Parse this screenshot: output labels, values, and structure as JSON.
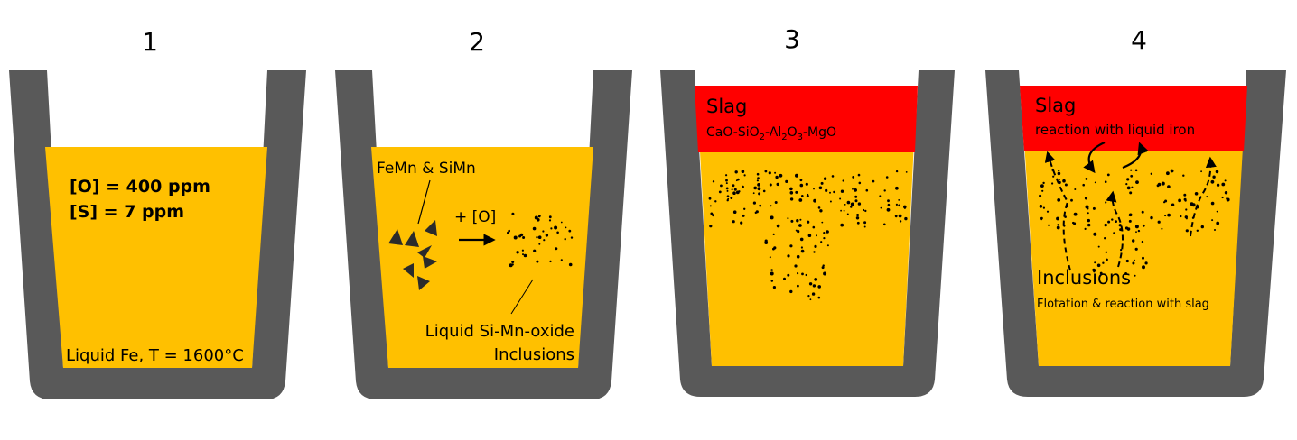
{
  "colors": {
    "ladle_wall": "#595959",
    "liquid_iron": "#ffc000",
    "slag": "#ff0000",
    "text": "#000000",
    "background": "#ffffff"
  },
  "panels": [
    {
      "number": "1",
      "oxygen_label": "[O] = 400 ppm",
      "sulfur_label": "[S] = 7 ppm",
      "bottom_label": "Liquid Fe, T = 1600°C"
    },
    {
      "number": "2",
      "alloy_label": "FeMn & SiMn",
      "oxygen_addition_label": "+ [O]",
      "inclusion_label_line1": "Liquid Si-Mn-oxide",
      "inclusion_label_line2": "Inclusions"
    },
    {
      "number": "3",
      "slag_label": "Slag",
      "slag_composition": {
        "cao": "CaO-SiO",
        "sio2_sub": "2",
        "al": "-Al",
        "al_sub": "2",
        "o": "O",
        "o_sub": "3",
        "mgo": "-MgO"
      }
    },
    {
      "number": "4",
      "slag_label": "Slag",
      "slag_reaction_label": "reaction with liquid iron",
      "inclusions_label": "Inclusions",
      "inclusions_sub_label": "Flotation & reaction with slag"
    }
  ]
}
